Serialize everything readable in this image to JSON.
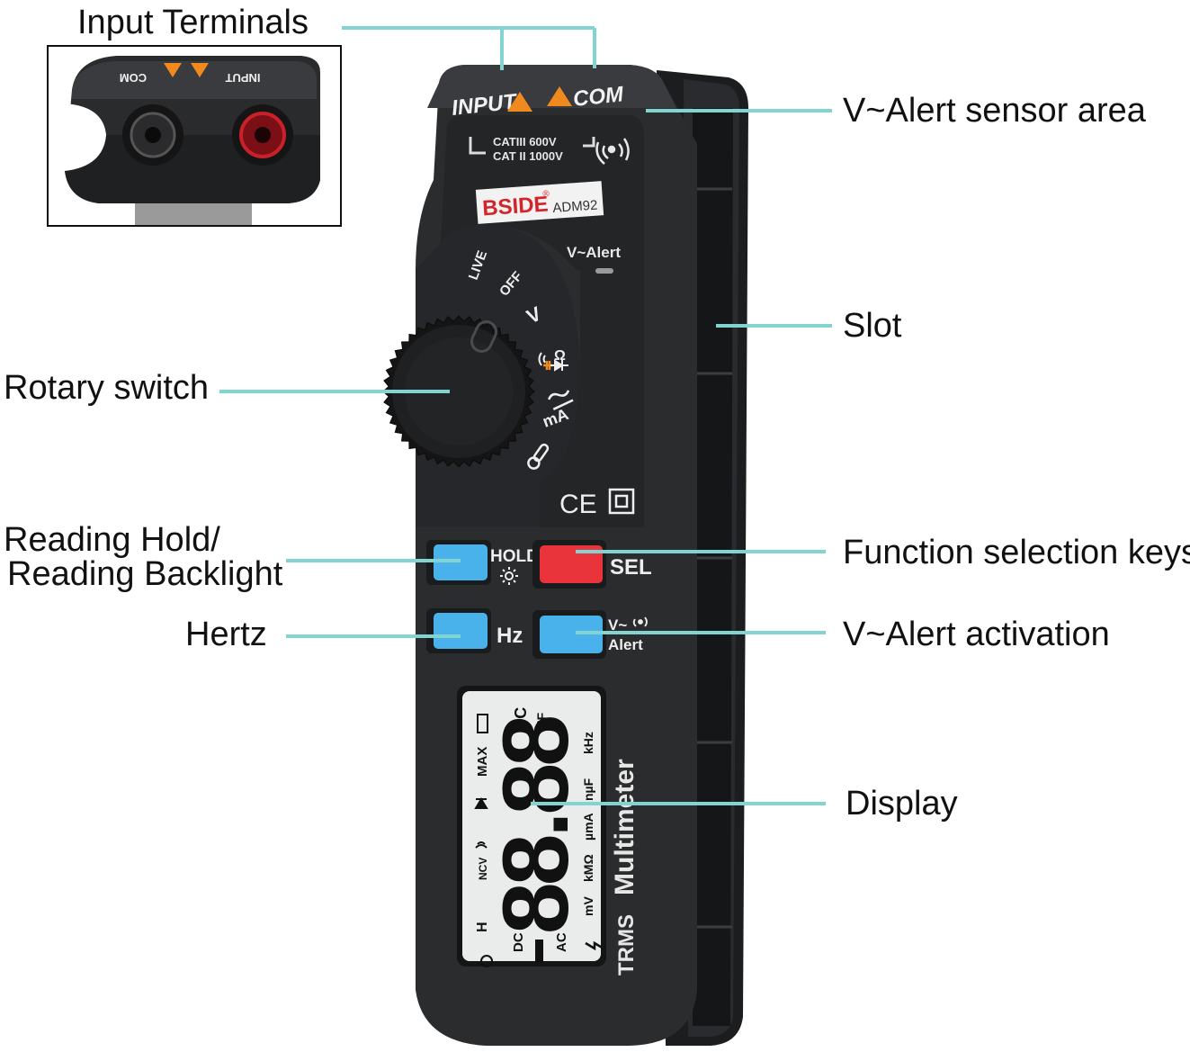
{
  "labels": {
    "input_terminals": "Input Terminals",
    "valert_sensor": "V~Alert sensor area",
    "slot": "Slot",
    "rotary_switch": "Rotary switch",
    "reading_hold_line1": "Reading Hold/",
    "reading_hold_line2": "Reading Backlight",
    "function_selection": "Function selection keys",
    "hertz": "Hertz",
    "valert_activation": "V~Alert activation",
    "display": "Display"
  },
  "device": {
    "terminal_input": "INPUT",
    "terminal_com": "COM",
    "cat3": "CATIII 600V",
    "cat2": "CAT II 1000V",
    "brand": "BSIDE",
    "brand_mark": "®",
    "model": "ADM92",
    "valert_indicator": "V~Alert",
    "dial": {
      "live": "LIVE",
      "off": "OFF",
      "volt": "V",
      "ohm": "Ω",
      "ma": "mA"
    },
    "ce_mark": "CE",
    "buttons": {
      "hold": "HOLD",
      "sel": "SEL",
      "hz": "Hz",
      "valert_line1": "V~",
      "valert_line2": "Alert"
    },
    "side_text_trms": "TRMS",
    "side_text_multimeter": "Multimeter"
  },
  "inset": {
    "top_label_input": "INPUT",
    "top_label_com": "COM"
  },
  "lcd": {
    "digits": "88.88",
    "max": "MAX",
    "ncv": "NCV",
    "hold_h": "H",
    "dc": "DC",
    "ac": "AC",
    "units_row1": "kHz",
    "units_row2": "nµF",
    "units_row3": "µmA",
    "units_row4": "kMΩ",
    "units_row5": "mV",
    "temp_c": "°C",
    "temp_f": "°F"
  },
  "colors": {
    "callout_line": "#82d4d0",
    "body": "#2b2c2e",
    "button_blue": "#49b2ea",
    "button_red": "#e8343a",
    "brand_red": "#d5232a",
    "warning_orange": "#f08a1e",
    "lcd_bg": "#e9ecea"
  }
}
